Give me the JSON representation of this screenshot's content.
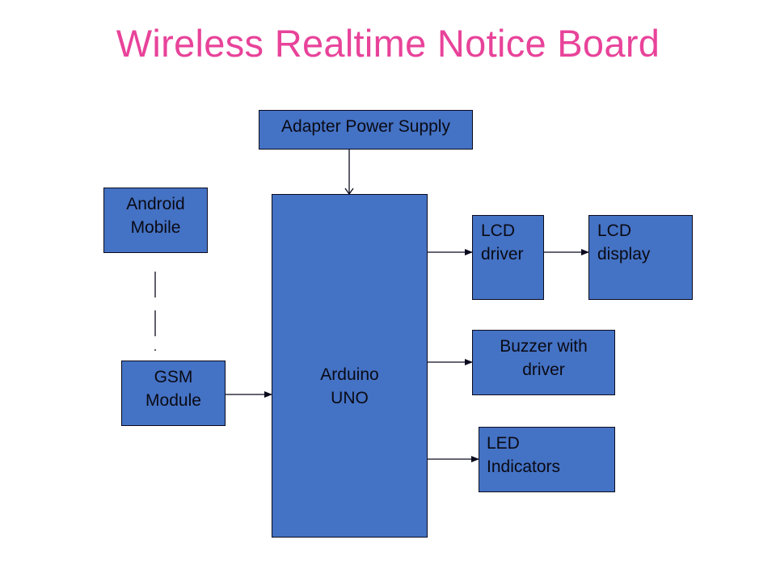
{
  "title": "Wireless Realtime Notice Board",
  "colors": {
    "box": "#4472C4",
    "title": "#E8439A",
    "line": "#0b0b1e"
  },
  "blocks": {
    "adapter": "Adapter Power Supply",
    "android": "Android\nMobile",
    "gsm": "GSM\nModule",
    "arduino": "Arduino\nUNO",
    "lcd_driver": "LCD\ndriver",
    "lcd_display": " LCD\ndisplay",
    "buzzer": "Buzzer with\ndriver",
    "led": "LED\nIndicators"
  },
  "connections": [
    {
      "from": "adapter",
      "to": "arduino",
      "style": "arrow"
    },
    {
      "from": "android",
      "to": "gsm",
      "style": "dashed"
    },
    {
      "from": "gsm",
      "to": "arduino",
      "style": "arrow"
    },
    {
      "from": "arduino",
      "to": "lcd_driver",
      "style": "arrow"
    },
    {
      "from": "lcd_driver",
      "to": "lcd_display",
      "style": "arrow"
    },
    {
      "from": "arduino",
      "to": "buzzer",
      "style": "arrow"
    },
    {
      "from": "arduino",
      "to": "led",
      "style": "arrow"
    }
  ]
}
